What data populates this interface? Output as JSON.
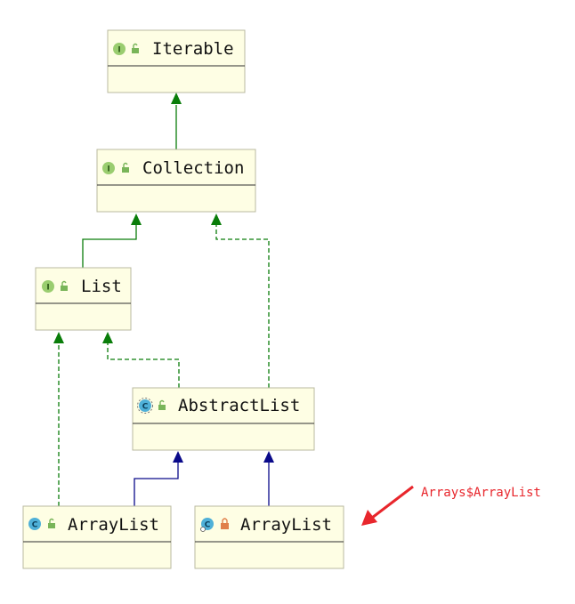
{
  "colors": {
    "inherit_interface": "#0a7d0a",
    "inherit_class": "#0a0a8a",
    "box_fill": "#fefee4",
    "box_border": "#b9b9a0",
    "interface_badge": "#9acd6f",
    "class_badge": "#4fb0d8",
    "annotation": "#e8262c"
  },
  "nodes": {
    "iterable": {
      "name": "Iterable",
      "kind": "interface",
      "visibility": "public"
    },
    "collection": {
      "name": "Collection",
      "kind": "interface",
      "visibility": "public"
    },
    "list": {
      "name": "List",
      "kind": "interface",
      "visibility": "public"
    },
    "abstract_list": {
      "name": "AbstractList",
      "kind": "abstract-class",
      "visibility": "public"
    },
    "array_list": {
      "name": "ArrayList",
      "kind": "class",
      "visibility": "public"
    },
    "arrays_array_list": {
      "name": "ArrayList",
      "kind": "class",
      "visibility": "private"
    }
  },
  "badges": {
    "interface_letter": "I",
    "class_letter": "C"
  },
  "edges": [
    {
      "from": "collection",
      "to": "iterable",
      "type": "extends"
    },
    {
      "from": "list",
      "to": "collection",
      "type": "extends"
    },
    {
      "from": "abstract_list",
      "to": "collection",
      "type": "implements"
    },
    {
      "from": "abstract_list",
      "to": "list",
      "type": "implements"
    },
    {
      "from": "array_list",
      "to": "list",
      "type": "implements"
    },
    {
      "from": "array_list",
      "to": "abstract_list",
      "type": "extends"
    },
    {
      "from": "arrays_array_list",
      "to": "abstract_list",
      "type": "extends"
    }
  ],
  "annotation": {
    "text": "Arrays$ArrayList"
  }
}
